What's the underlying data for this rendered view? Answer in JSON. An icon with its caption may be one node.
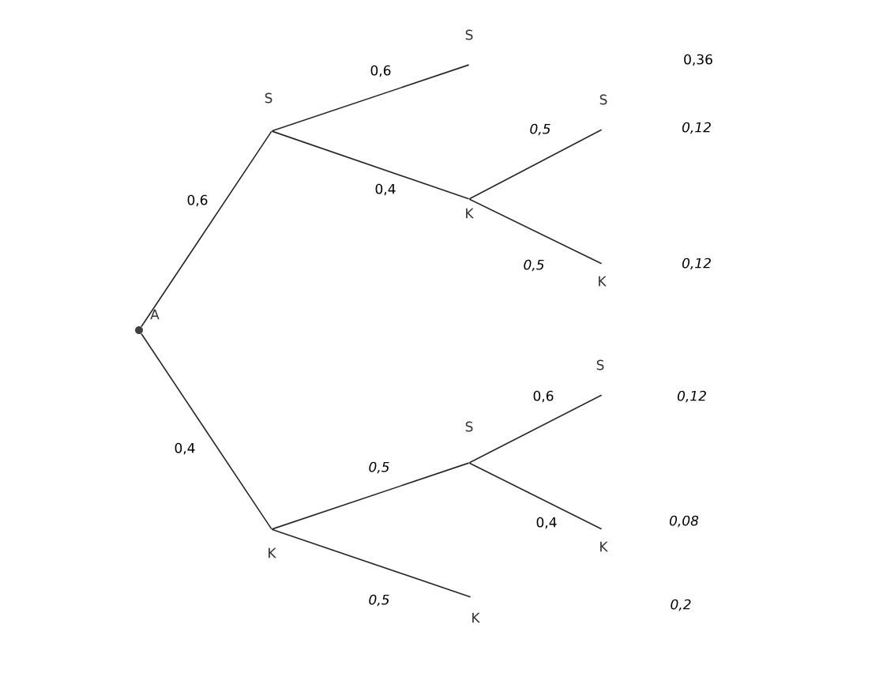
{
  "diagram": {
    "nodes": [
      {
        "text": [
          "A"
        ]
      },
      {
        "text": [
          "S"
        ]
      },
      {
        "text": [
          "S"
        ],
        "beside": [
          "0,36"
        ]
      },
      {
        "text": [
          "K"
        ]
      },
      {
        "text": [
          "S"
        ],
        "beside": [
          "*0,12*"
        ]
      },
      {
        "text": [
          "K"
        ],
        "beside": [
          "*0,12*"
        ]
      },
      {
        "text": [
          "K"
        ]
      },
      {
        "text": [
          "S"
        ]
      },
      {
        "text": [
          "S"
        ],
        "beside": [
          "*0,12*"
        ]
      },
      {
        "text": [
          "K"
        ],
        "beside": [
          "*0,08*"
        ]
      },
      {
        "text": [
          "K"
        ],
        "beside": [
          "*0,2*"
        ]
      }
    ],
    "edges": [
      {
        "from": 0,
        "to": 1,
        "arrow": "none",
        "label": "0,6"
      },
      {
        "from": 1,
        "to": 2,
        "arrow": "none",
        "label": "0,6"
      },
      {
        "from": 1,
        "to": 3,
        "arrow": "none",
        "label": "0,4"
      },
      {
        "from": 3,
        "to": 4,
        "arrow": "none",
        "label": "*0,5*"
      },
      {
        "from": 3,
        "to": 5,
        "arrow": "none",
        "label": "*0,5*"
      },
      {
        "from": 0,
        "to": 6,
        "arrow": "none",
        "label": "0,4"
      },
      {
        "from": 6,
        "to": 7,
        "arrow": "none",
        "label": "*0,5*"
      },
      {
        "from": 6,
        "to": 10,
        "arrow": "none",
        "label": "*0,5*"
      },
      {
        "from": 7,
        "to": 8,
        "arrow": "none",
        "label": "0,6"
      },
      {
        "from": 7,
        "to": 9,
        "arrow": "none",
        "label": "0,4"
      }
    ]
  }
}
